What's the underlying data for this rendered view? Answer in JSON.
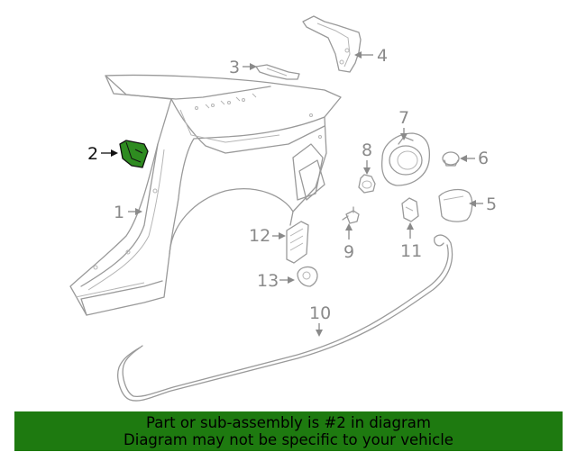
{
  "callouts": {
    "c1": "1",
    "c2": "2",
    "c3": "3",
    "c4": "4",
    "c5": "5",
    "c6": "6",
    "c7": "7",
    "c8": "8",
    "c9": "9",
    "c10": "10",
    "c11": "11",
    "c12": "12",
    "c13": "13"
  },
  "highlight": {
    "part": "2",
    "color": "#2e8b20"
  },
  "banner": {
    "line1": "Part or sub-assembly is #2 in diagram",
    "line2": "Diagram may not be specific to your vehicle",
    "color": "#1e7a10"
  }
}
